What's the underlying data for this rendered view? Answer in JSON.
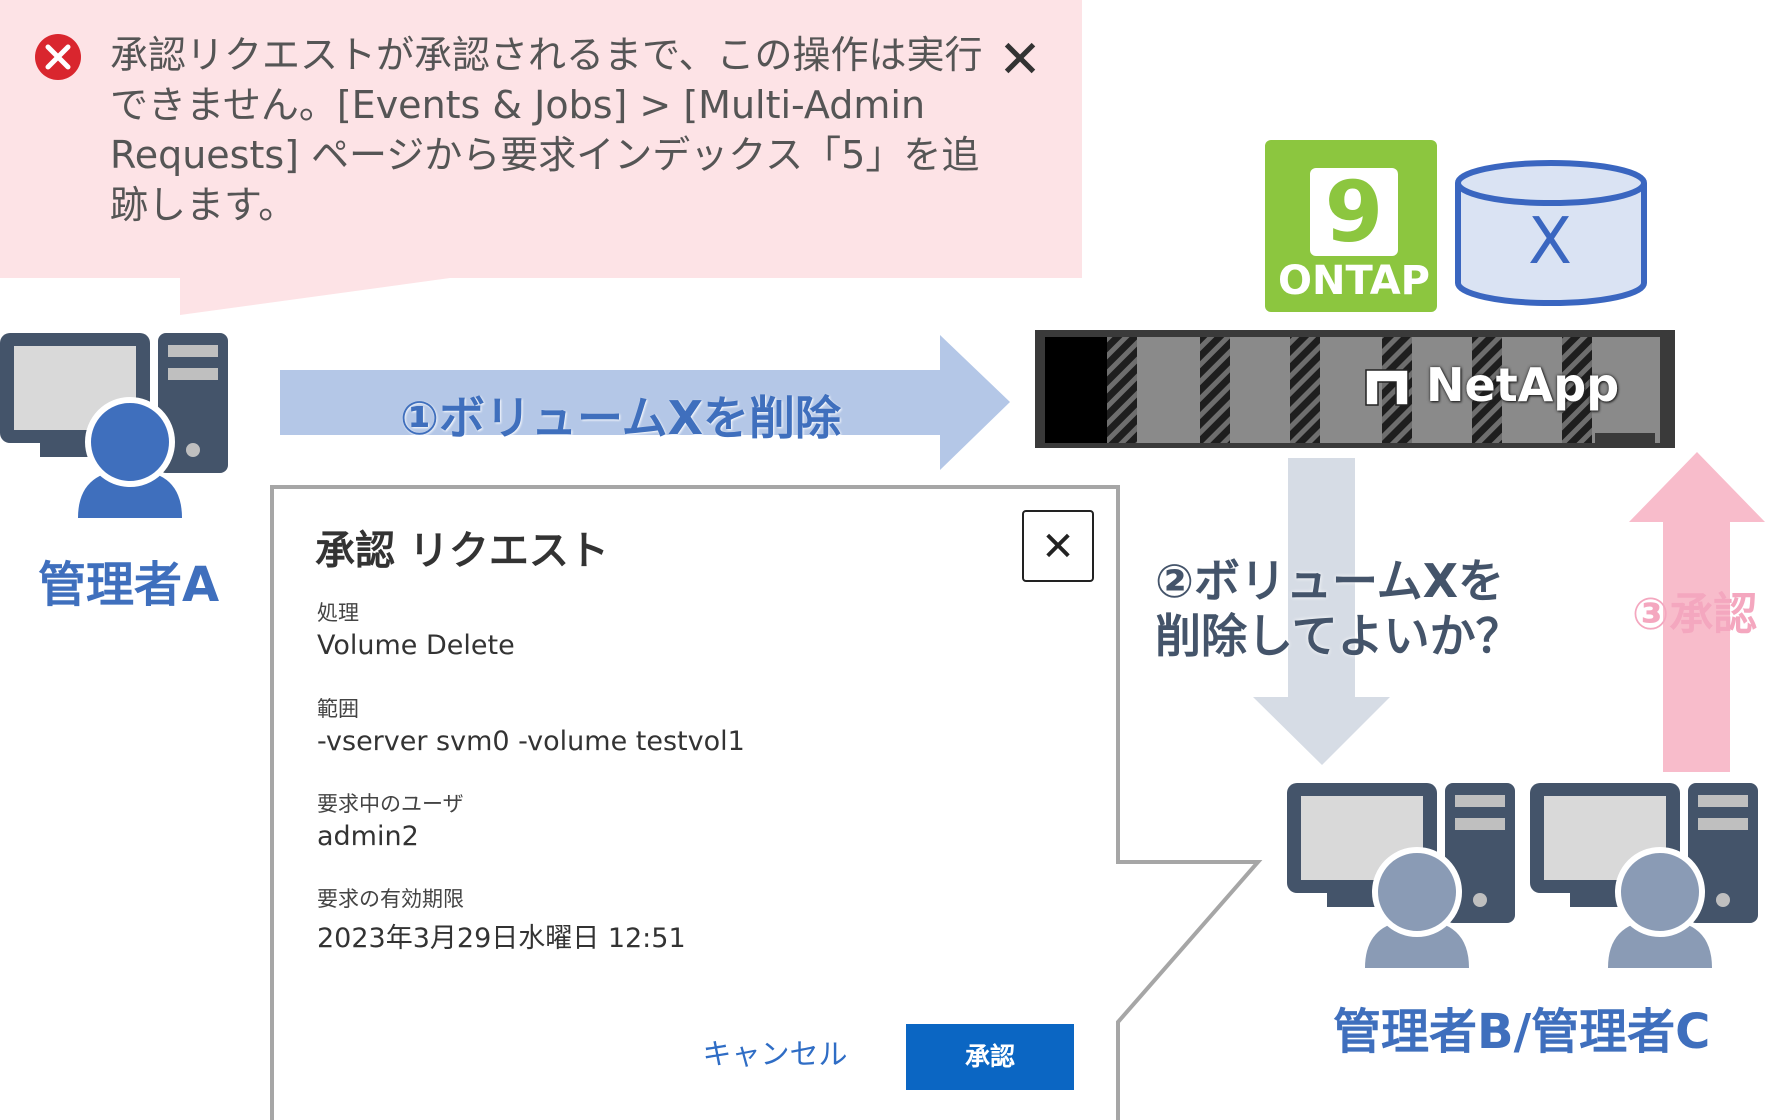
{
  "error_toast": {
    "message": "承認リクエストが承認されるまで、この操作は実行できません。[Events & Jobs] > [Multi-Admin Requests] ページから要求インデックス「5」を追跡します。",
    "close_glyph": "✕",
    "background": "#fde3e6",
    "icon_color": "#d9262e"
  },
  "actors": {
    "admin_a": "管理者A",
    "admin_bc": "管理者B/管理者C"
  },
  "steps": {
    "step1": "①ボリュームXを削除",
    "step2_line1": "②ボリュームXを",
    "step2_line2": "削除してよいか？",
    "step3": "③承認"
  },
  "ontap": {
    "number": "9",
    "label": "ONTAP",
    "color": "#8cc63f"
  },
  "volume": {
    "label": "X"
  },
  "storage": {
    "brand": "NetApp"
  },
  "approval_dialog": {
    "title": "承認 リクエスト",
    "close_glyph": "✕",
    "fields": [
      {
        "label": "処理",
        "value": "Volume Delete"
      },
      {
        "label": "範囲",
        "value": "-vserver svm0 -volume testvol1"
      },
      {
        "label": "要求中のユーザ",
        "value": "admin2"
      },
      {
        "label": "要求の有効期限",
        "value": "2023年3月29日水曜日 12:51"
      }
    ],
    "cancel_label": "キャンセル",
    "approve_label": "承認",
    "accent": "#0b66c3"
  },
  "colors": {
    "admin_a": "#3f6fbd",
    "admin_bc_person": "#8a9bb5",
    "computer": "#44546a",
    "arrow1": "#b4c7e7",
    "arrow2": "#d6dce5",
    "arrow3": "#f8bccb",
    "step3_text": "#f4a7bf"
  }
}
